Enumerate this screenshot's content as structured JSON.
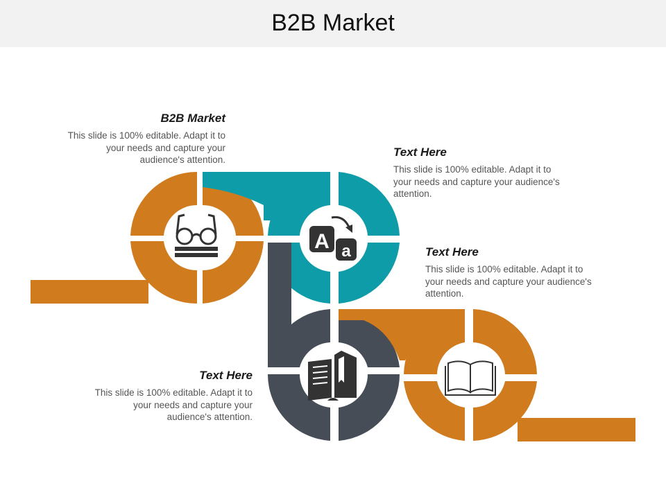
{
  "title": "B2B Market",
  "colors": {
    "orange": "#D07B1D",
    "teal": "#0E9DA8",
    "slate": "#474D57",
    "title_bar": "#f2f2f2"
  },
  "blocks": [
    {
      "heading": "B2B Market",
      "body": "This slide is 100% editable. Adapt it to your needs and capture your audience's attention."
    },
    {
      "heading": "Text Here",
      "body": "This slide is 100% editable. Adapt it to your needs and capture your audience's attention."
    },
    {
      "heading": "Text Here",
      "body": "This slide is 100% editable. Adapt it to your needs and capture your audience's attention."
    },
    {
      "heading": "Text Here",
      "body": "This slide is 100% editable. Adapt it to your needs and capture your audience's attention."
    }
  ],
  "icons": [
    "glasses-book-icon",
    "translate-icon",
    "open-book-bookmark-icon",
    "open-book-icon"
  ],
  "icon_text": {
    "translate_a": "A",
    "translate_b": "a"
  }
}
